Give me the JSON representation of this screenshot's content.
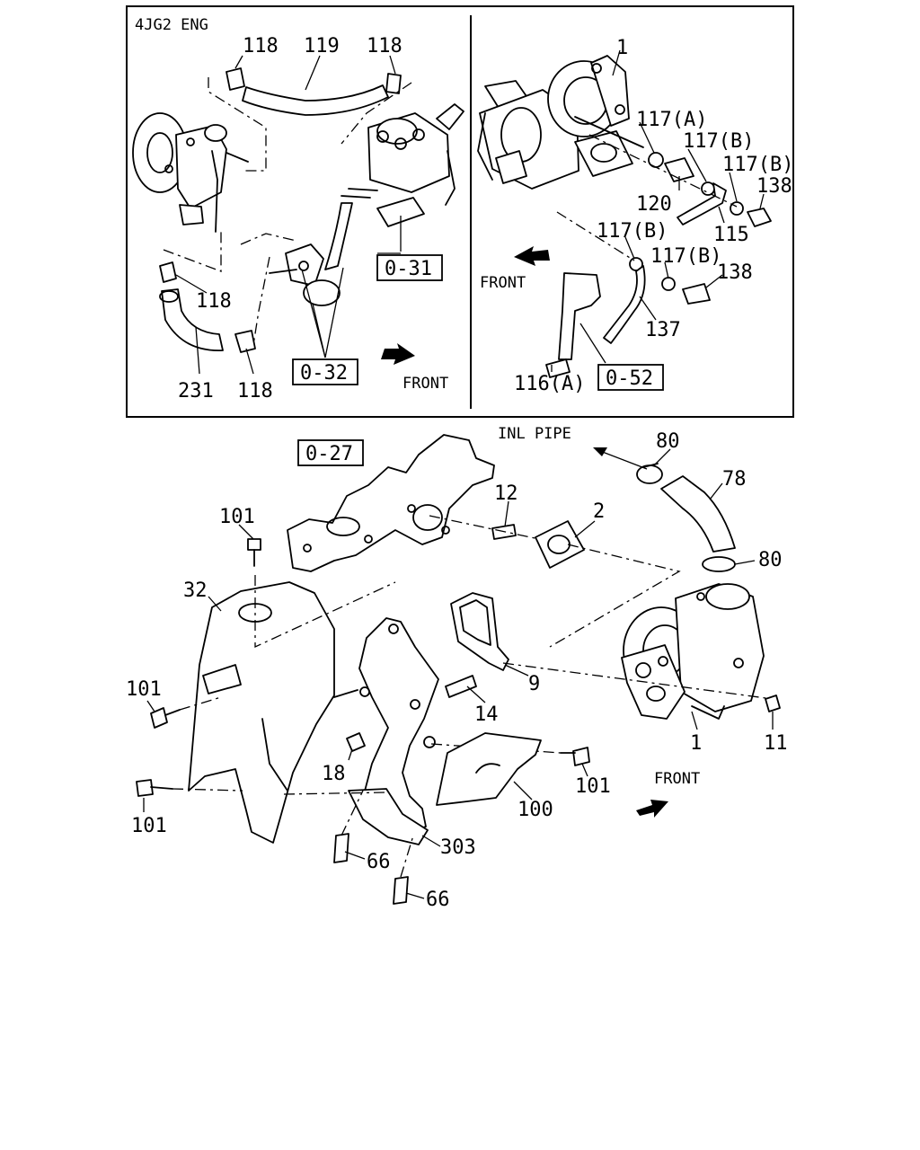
{
  "inset_left": {
    "title": "4JG2 ENG",
    "labels": [
      "118",
      "119",
      "118",
      "118",
      "231",
      "118"
    ],
    "ref_boxes": [
      "0-31",
      "0-32"
    ],
    "front_label": "FRONT"
  },
  "inset_right": {
    "labels": [
      "1",
      "117(A)",
      "117(B)",
      "117(B)",
      "138",
      "120",
      "115",
      "117(B)",
      "117(B)",
      "138",
      "137",
      "116(A)"
    ],
    "ref_boxes": [
      "0-52"
    ],
    "front_label": "FRONT"
  },
  "main": {
    "ref_boxes": [
      "0-27"
    ],
    "inl_pipe_label": "INL PIPE",
    "labels": [
      "80",
      "78",
      "80",
      "12",
      "2",
      "101",
      "32",
      "9",
      "14",
      "1",
      "11",
      "101",
      "18",
      "101",
      "100",
      "101",
      "303",
      "66",
      "66"
    ],
    "front_label": "FRONT"
  }
}
